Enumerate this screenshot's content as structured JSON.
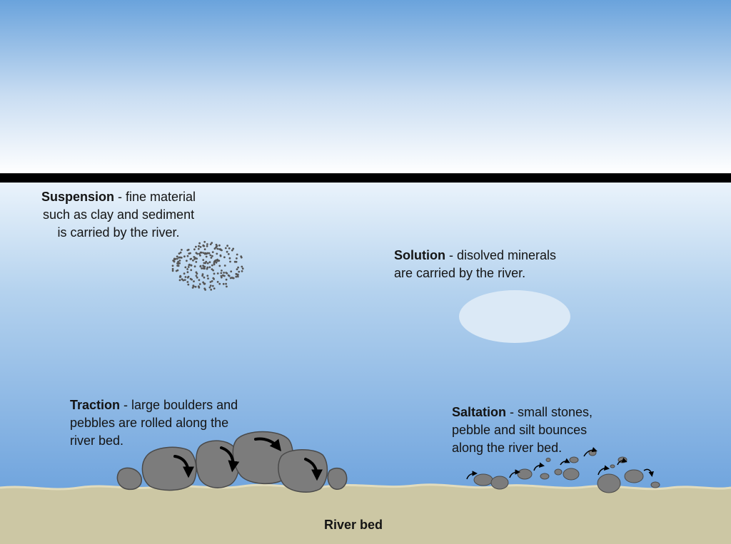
{
  "colors": {
    "sky_top": "#6aa3dc",
    "sky_bottom": "#ffffff",
    "water_top": "#eaf3fb",
    "water_bottom": "#6ea3dd",
    "surface_line": "#000000",
    "riverbed": "#ccc7a4",
    "riverbed_edge": "#e2dcbd",
    "boulder": "#7c7c7c",
    "boulder_outline": "#4a4a4a",
    "solution_blob": "#dbe9f6",
    "suspension_dots": "#555555",
    "arrow": "#000000",
    "text": "#141414"
  },
  "labels": {
    "suspension": {
      "term": "Suspension",
      "line1_rest": " - fine material",
      "line2": "such as clay and sediment",
      "line3": "is carried by the river."
    },
    "solution": {
      "term": "Solution",
      "line1_rest": " - disolved minerals",
      "line2": "are carried by the river."
    },
    "traction": {
      "term": "Traction",
      "line1_rest": " - large boulders and",
      "line2": "pebbles are rolled along the",
      "line3": "river bed."
    },
    "saltation": {
      "term": "Saltation",
      "line1_rest": " - small stones,",
      "line2": "pebble and silt bounces",
      "line3": "along the river bed."
    },
    "riverbed": "River bed"
  },
  "icons": {
    "traction_arrow": "curved-arrow-icon",
    "saltation_arrow": "small-curved-arrow-icon"
  }
}
